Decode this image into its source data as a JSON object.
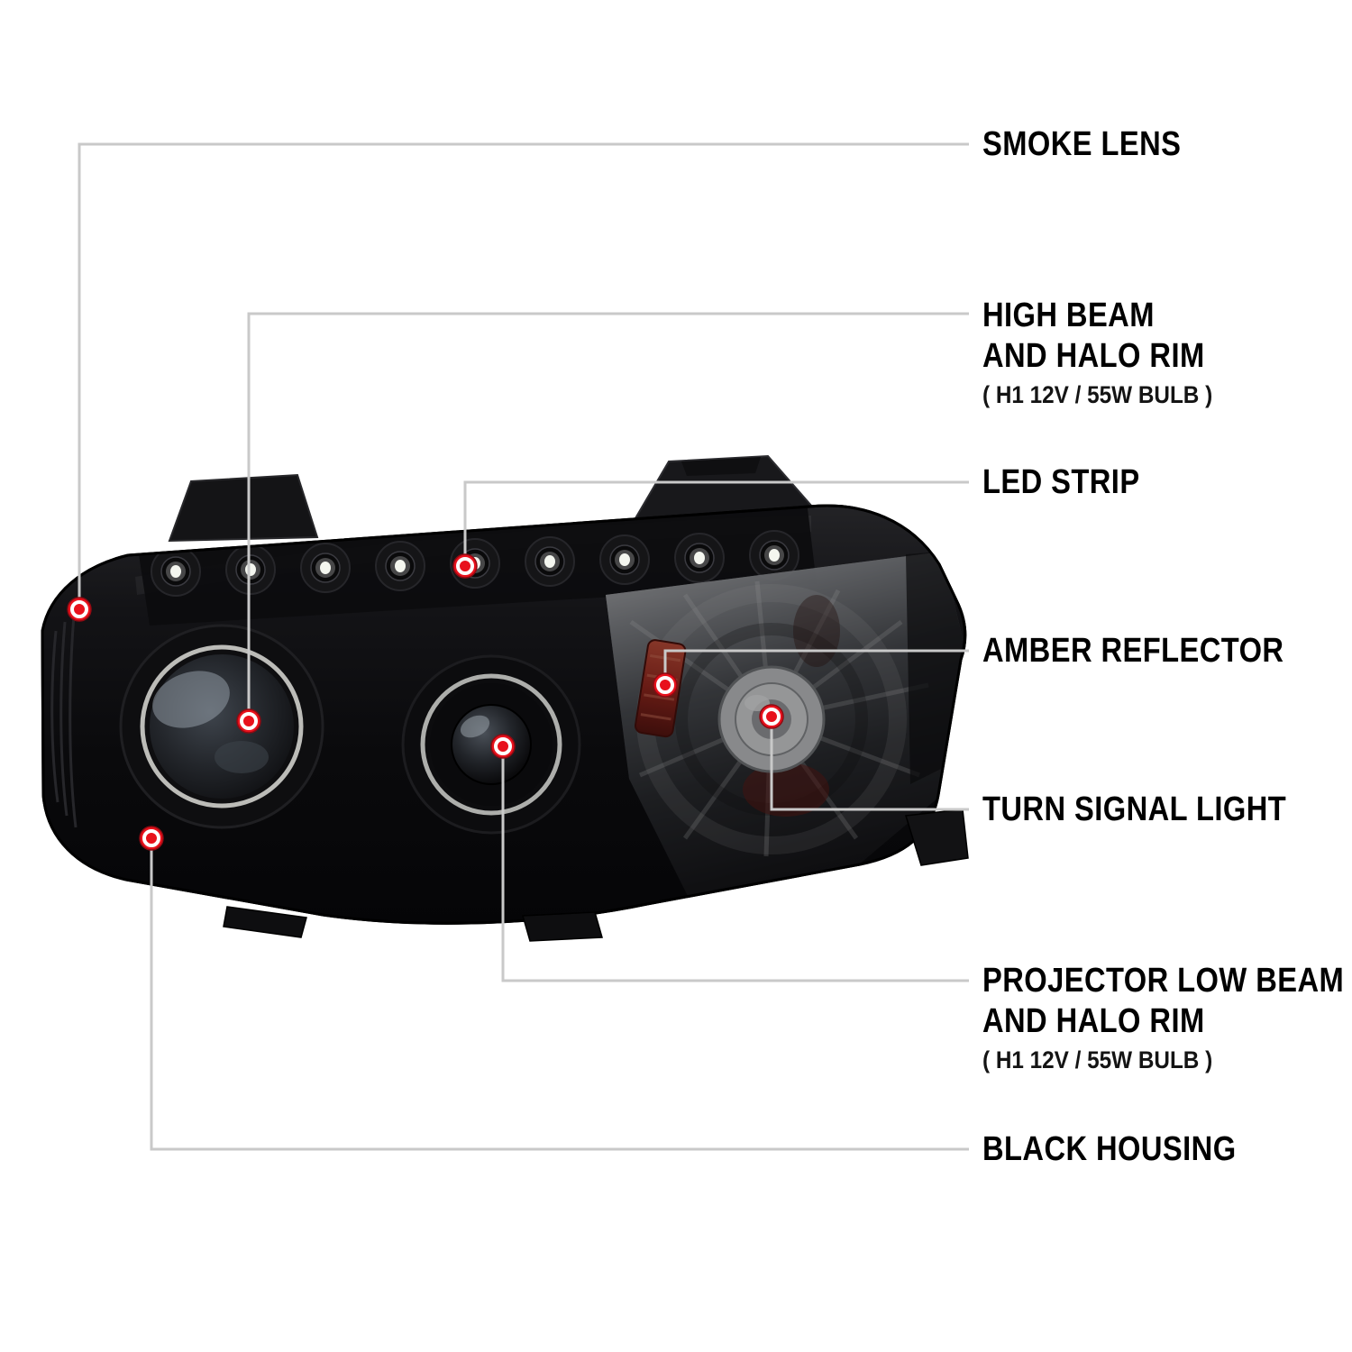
{
  "diagram": {
    "type": "annotated-product-diagram",
    "subject": "Smoked black housing projector headlight with LED strip and halo rims",
    "colors": {
      "background": "#ffffff",
      "marker": "#e8111c",
      "leader_line": "#c9c9c9",
      "text": "#000000"
    },
    "callouts": [
      {
        "id": "smoke-lens",
        "lines": [
          "SMOKE LENS"
        ],
        "sub": ""
      },
      {
        "id": "high-beam-halo",
        "lines": [
          "HIGH BEAM",
          "AND HALO RIM"
        ],
        "sub": "( H1  12V / 55W  BULB )"
      },
      {
        "id": "led-strip",
        "lines": [
          "LED STRIP"
        ],
        "sub": ""
      },
      {
        "id": "amber-reflector",
        "lines": [
          "AMBER REFLECTOR"
        ],
        "sub": ""
      },
      {
        "id": "turn-signal",
        "lines": [
          "TURN SIGNAL LIGHT"
        ],
        "sub": ""
      },
      {
        "id": "projector-low-beam",
        "lines": [
          "PROJECTOR LOW BEAM",
          "AND HALO RIM"
        ],
        "sub": "( H1  12V / 55W  BULB )"
      },
      {
        "id": "black-housing",
        "lines": [
          "BLACK HOUSING"
        ],
        "sub": ""
      }
    ]
  }
}
